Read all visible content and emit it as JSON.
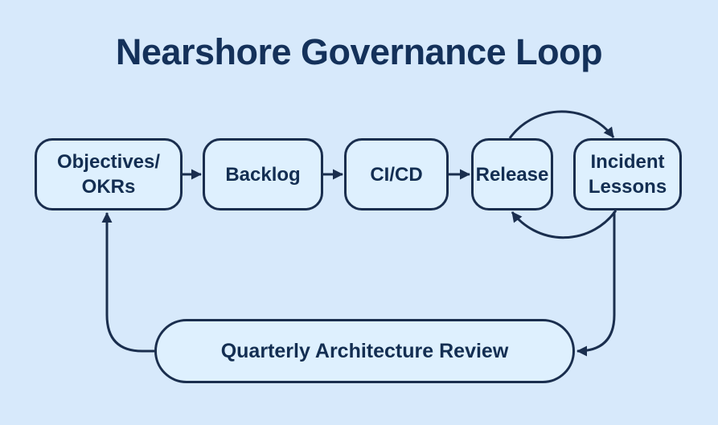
{
  "title": "Nearshore Governance Loop",
  "colors": {
    "background": "#d7e9fb",
    "node_fill": "#def0fe",
    "ink_stroke": "#1a2e4e",
    "ink_text": "#132e52"
  },
  "nodes": [
    {
      "id": "objectives",
      "label": "Objectives/\nOKRs"
    },
    {
      "id": "backlog",
      "label": "Backlog"
    },
    {
      "id": "cicd",
      "label": "CI/CD"
    },
    {
      "id": "release",
      "label": "Release"
    },
    {
      "id": "incident",
      "label": "Incident\nLessons"
    },
    {
      "id": "review",
      "label": "Quarterly Architecture Review"
    }
  ],
  "edges": [
    {
      "from": "Objectives/OKRs",
      "to": "Backlog",
      "style": "straight-arrow"
    },
    {
      "from": "Backlog",
      "to": "CI/CD",
      "style": "straight-arrow"
    },
    {
      "from": "CI/CD",
      "to": "Release",
      "style": "straight-arrow"
    },
    {
      "from": "Release",
      "to": "Incident Lessons",
      "style": "loop-arc-clockwise-top"
    },
    {
      "from": "Incident Lessons",
      "to": "Release",
      "style": "loop-arc-clockwise-bottom"
    },
    {
      "from": "Incident Lessons",
      "to": "Quarterly Architecture Review",
      "style": "elbow-down-left"
    },
    {
      "from": "Quarterly Architecture Review",
      "to": "Objectives/OKRs",
      "style": "elbow-left-up"
    }
  ]
}
